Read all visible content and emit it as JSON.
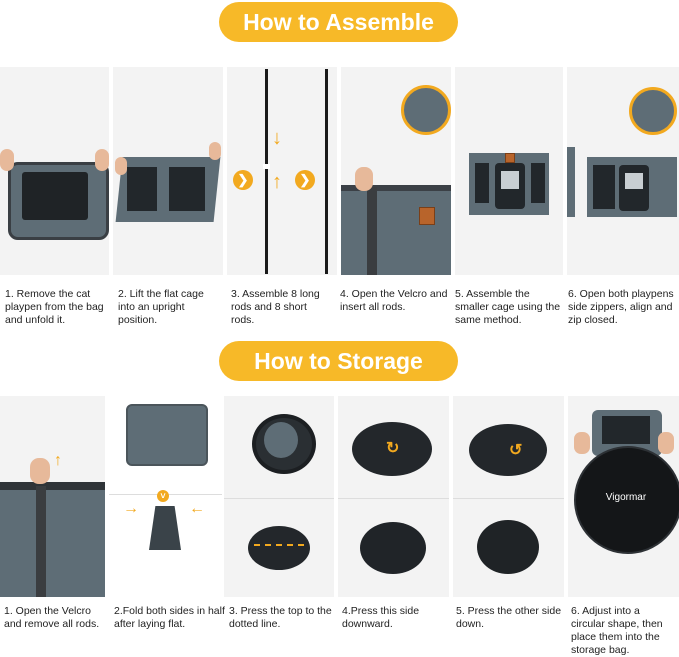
{
  "assemble": {
    "title": "How to Assemble",
    "steps": [
      "1. Remove the cat playpen from the bag and unfold it.",
      "2. Lift the flat cage into an upright position.",
      "3. Assemble 8 long rods and 8 short rods.",
      "4. Open the Velcro and insert all rods.",
      "5. Assemble the smaller cage using the same method.",
      "6. Open both playpens side zippers, align and zip closed."
    ]
  },
  "storage": {
    "title": "How to Storage",
    "steps": [
      "1. Open the Velcro and remove all rods.",
      "2.Fold both sides in half after laying flat.",
      "3. Press the top to the dotted line.",
      "4.Press this side downward.",
      "5. Press the other side down.",
      "6. Adjust into a circular shape, then place them into the storage bag."
    ],
    "bag_brand": "Vigormar"
  },
  "colors": {
    "accent": "#f7b928",
    "fabric": "#5e6d76",
    "mesh": "#2b2f33"
  }
}
